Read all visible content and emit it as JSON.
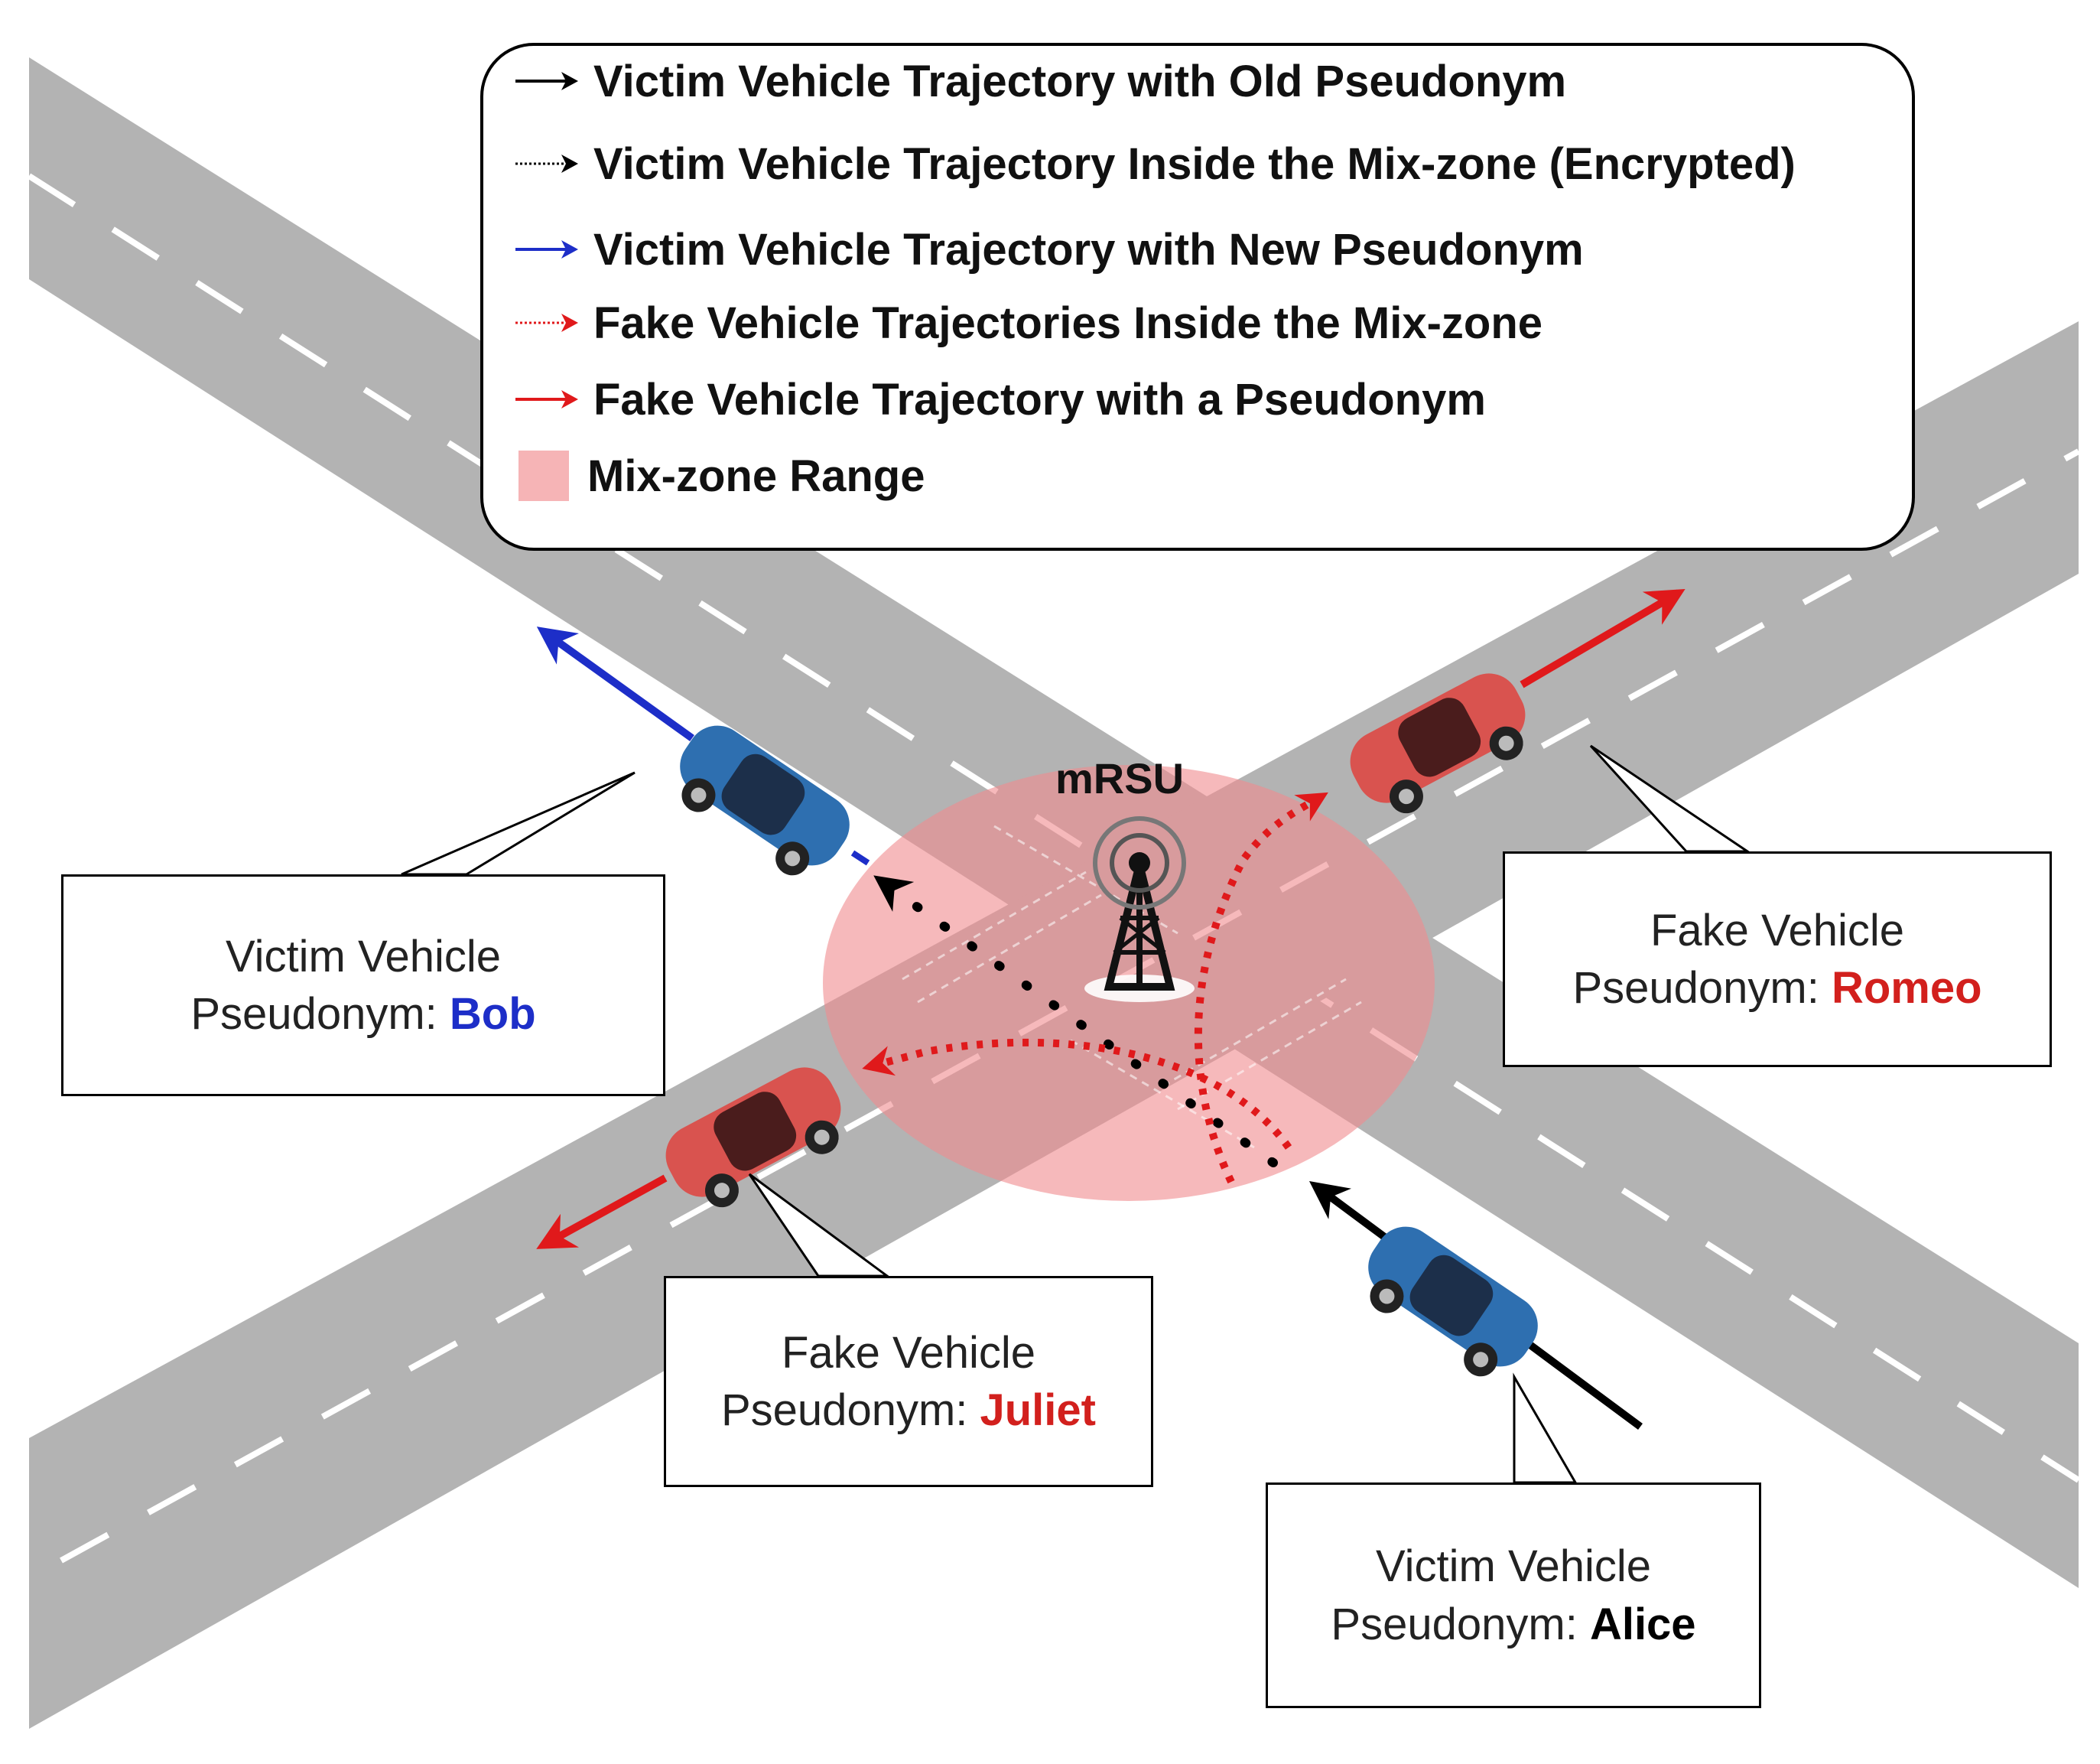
{
  "legend": {
    "items": [
      {
        "label": "Victim Vehicle Trajectory with Old Pseudonym",
        "color": "#000000",
        "style": "solid-arrow"
      },
      {
        "label": "Victim Vehicle Trajectory Inside the Mix-zone (Encrypted)",
        "color": "#000000",
        "style": "dotted-arrow"
      },
      {
        "label": "Victim Vehicle Trajectory with New Pseudonym",
        "color": "#1d2ec8",
        "style": "solid-arrow"
      },
      {
        "label": "Fake Vehicle Trajectories Inside the Mix-zone",
        "color": "#e0191b",
        "style": "dotted-arrow"
      },
      {
        "label": "Fake Vehicle Trajectory with a Pseudonym",
        "color": "#e0191b",
        "style": "solid-arrow"
      },
      {
        "label": "Mix-zone Range",
        "color": "#f6b4b6",
        "style": "area"
      }
    ]
  },
  "mrsu_label": "mRSU",
  "callouts": {
    "bob": {
      "title": "Victim Vehicle",
      "prefix": "Pseudonym: ",
      "name": "Bob"
    },
    "romeo": {
      "title": "Fake Vehicle",
      "prefix": "Pseudonym: ",
      "name": "Romeo"
    },
    "juliet": {
      "title": "Fake Vehicle",
      "prefix": "Pseudonym: ",
      "name": "Juliet"
    },
    "alice": {
      "title": "Victim Vehicle",
      "prefix": "Pseudonym: ",
      "name": "Alice"
    }
  },
  "colors": {
    "road": "#b3b3b3",
    "lane_marking": "#ffffff",
    "mix_zone": "#f08a8e",
    "victim_car": "#2e6fb0",
    "fake_car": "#d9534f",
    "victim_new_trajectory": "#1d2ec8",
    "fake_trajectory": "#e0191b",
    "victim_old_trajectory": "#000000"
  }
}
